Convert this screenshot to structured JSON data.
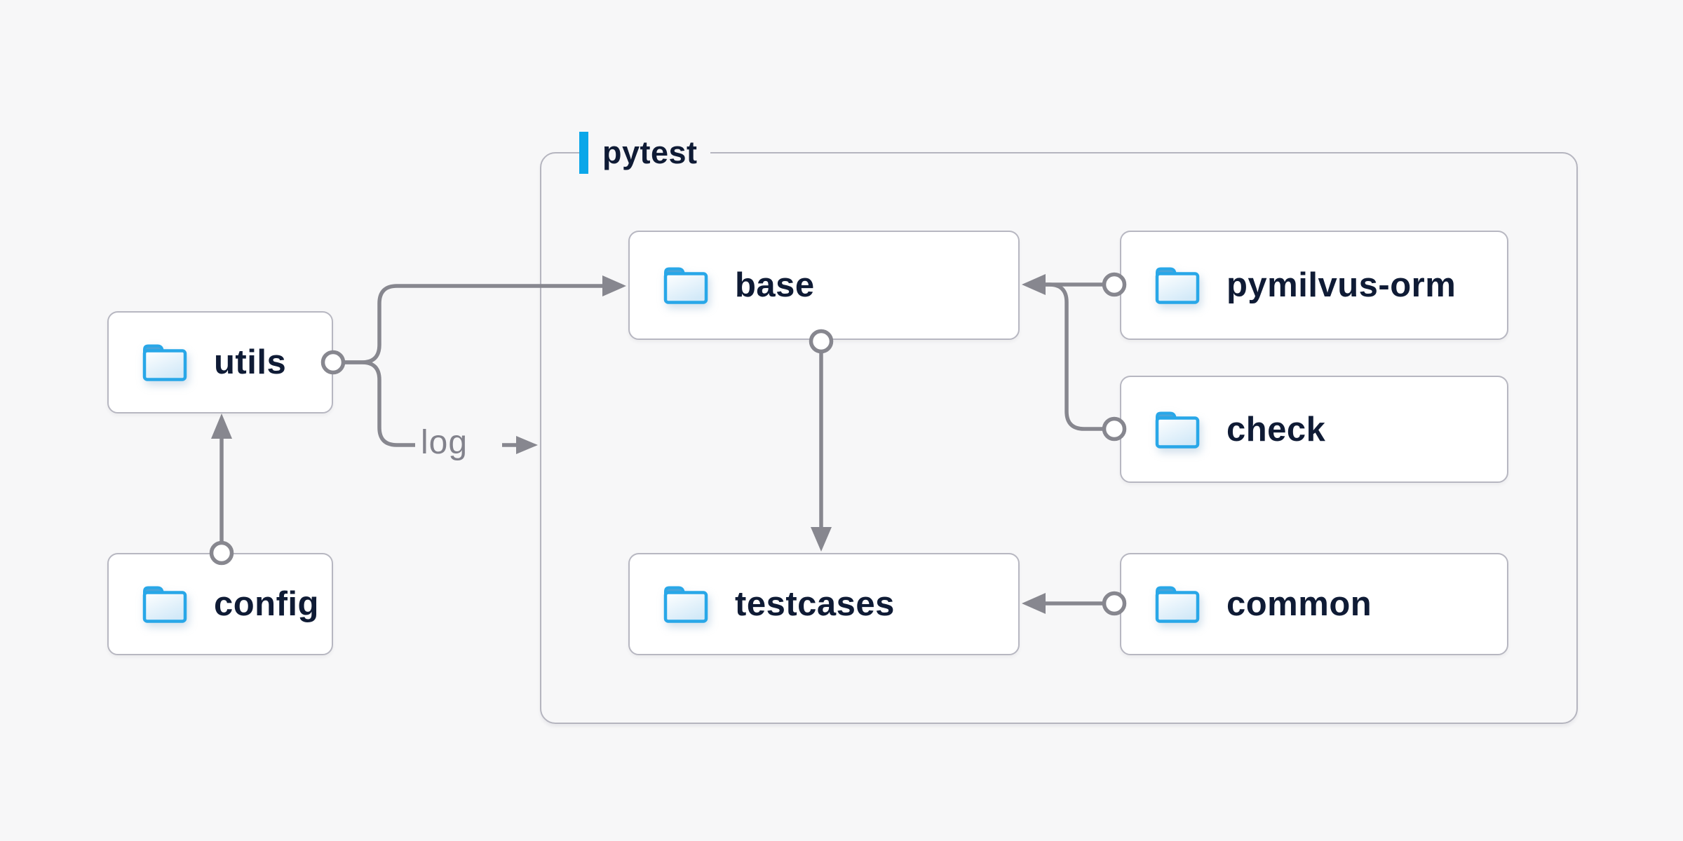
{
  "diagram": {
    "container": {
      "label": "pytest"
    },
    "nodes": {
      "utils": {
        "label": "utils"
      },
      "config": {
        "label": "config"
      },
      "base": {
        "label": "base"
      },
      "pymilvus": {
        "label": "pymilvus-orm"
      },
      "check": {
        "label": "check"
      },
      "testcases": {
        "label": "testcases"
      },
      "common": {
        "label": "common"
      }
    },
    "edges": {
      "log_label": "log",
      "list": [
        "config -> utils",
        "utils -> base",
        "utils -> log -> pytest",
        "pymilvus-orm -> base",
        "check -> base",
        "base -> testcases",
        "common -> testcases"
      ]
    },
    "colors": {
      "background": "#f7f7f8",
      "node_fill": "#ffffff",
      "node_border": "#b7b7c1",
      "container_border": "#b5b5bf",
      "connector_gray": "#87878f",
      "label_text": "#0f1b35",
      "log_text": "#82828c",
      "accent_blue": "#0ba7e9",
      "folder_stroke_blue": "#28a7e8",
      "folder_tab_blue": "#4aa4da",
      "folder_body_light": "#d2e9f8"
    }
  }
}
